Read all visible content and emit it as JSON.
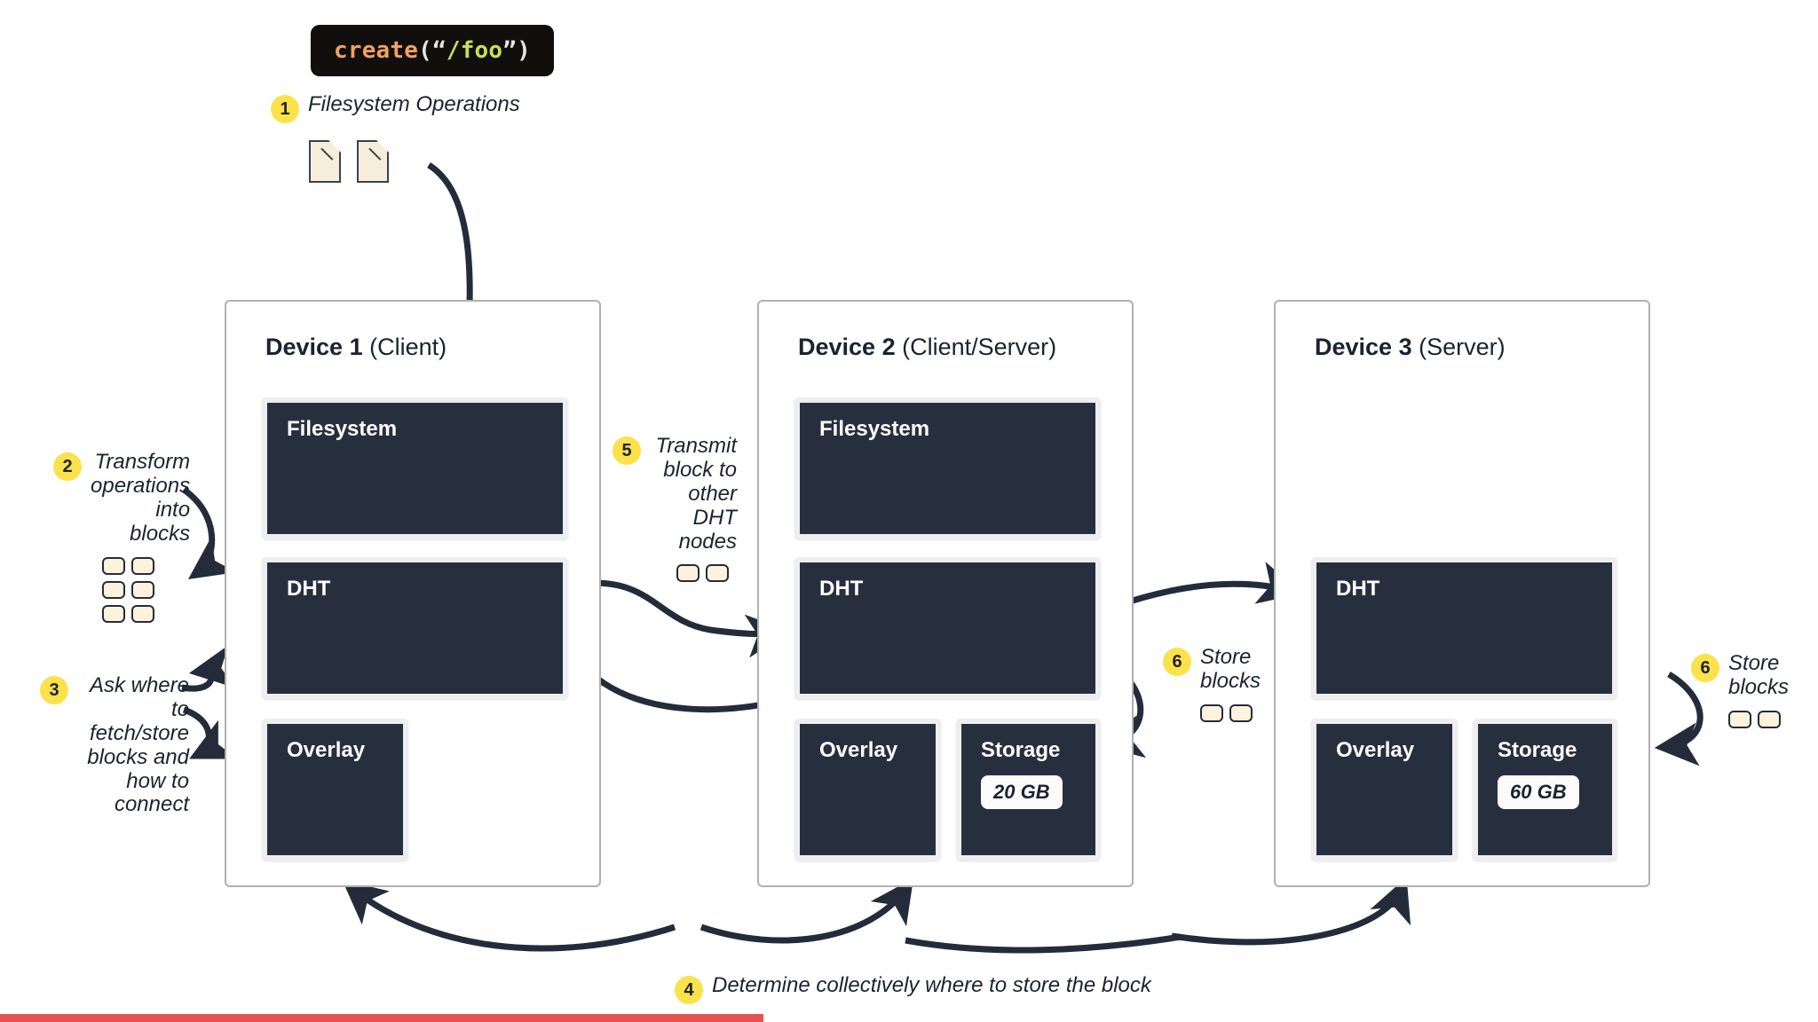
{
  "code_badge": {
    "function": "create",
    "open_paren": "(“",
    "string": "/foo",
    "close_paren": "”)"
  },
  "steps": [
    {
      "number": "1",
      "text": "Filesystem Operations",
      "blocks": 0
    },
    {
      "number": "2",
      "text": "Transform operations into blocks",
      "blocks": 6
    },
    {
      "number": "3",
      "text": "Ask where to fetch/store blocks and how to connect",
      "blocks": 0
    },
    {
      "number": "4",
      "text": "Determine collectively where to store the block",
      "blocks": 0
    },
    {
      "number": "5",
      "text": "Transmit block to other DHT nodes",
      "blocks": 2
    },
    {
      "number": "6",
      "text": "Store blocks",
      "blocks": 2
    },
    {
      "number": "6",
      "text": "Store blocks",
      "blocks": 2
    }
  ],
  "file_icons": {
    "count": 2,
    "icon": "document-page-icon"
  },
  "devices": [
    {
      "name": "Device 1",
      "role": "(Client)",
      "panels": [
        {
          "label": "Filesystem"
        },
        {
          "label": "DHT"
        },
        {
          "label": "Overlay"
        }
      ]
    },
    {
      "name": "Device 2",
      "role": "(Client/Server)",
      "panels": [
        {
          "label": "Filesystem"
        },
        {
          "label": "DHT"
        },
        {
          "label": "Overlay"
        },
        {
          "label": "Storage",
          "capacity": "20 GB"
        }
      ]
    },
    {
      "name": "Device 3",
      "role": "(Server)",
      "panels": [
        {
          "label": "DHT"
        },
        {
          "label": "Overlay"
        },
        {
          "label": "Storage",
          "capacity": "60 GB"
        }
      ]
    }
  ],
  "colors": {
    "panel_fill": "#272f3f",
    "panel_frame": "#eceef0",
    "badge_yellow": "#fbe24a",
    "block_cream": "#fdf2dd",
    "arrow_navy": "#242c3b",
    "device_border": "#b0b0b0",
    "progress_red": "#e9524f",
    "code_bg": "#100f0d",
    "code_fn": "#f2a25c",
    "code_str": "#c9e04f"
  },
  "progress": {
    "percent": "42"
  }
}
